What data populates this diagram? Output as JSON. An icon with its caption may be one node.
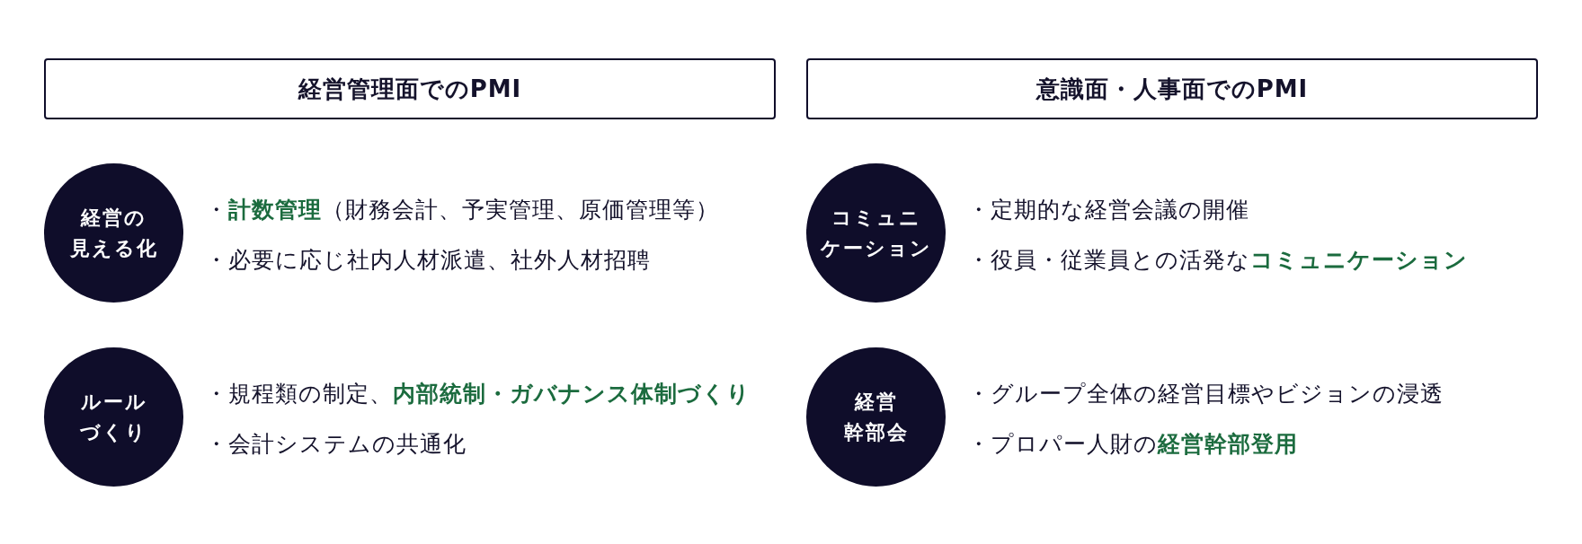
{
  "diagram": {
    "nodes": [
      {
        "text": [
          "経営管理面でのPMI"
        ]
      },
      {
        "text": [
          "経営の見える化"
        ],
        "beside": [
          "・**計数管理**（財務会計、予実管理、原価管理等）",
          "・必要に応じ社内人材派遣、社外人材招聘"
        ]
      },
      {
        "text": [
          "ルールづくり"
        ],
        "beside": [
          "・規程類の制定、**内部統制・ガバナンス体制づくり**",
          "・会計システムの共通化"
        ]
      },
      {
        "text": [
          "意識面・人事面でのPMI"
        ]
      },
      {
        "text": [
          "コミュニケーション"
        ],
        "beside": [
          "・定期的な経営会議の開催",
          "・役員・従業員との活発な**コミュニケーション**"
        ]
      },
      {
        "text": [
          "経営幹部会"
        ],
        "beside": [
          "・グループ全体の経営目標やビジョンの浸透",
          "・プロパー人財の**経営幹部登用**"
        ]
      }
    ]
  }
}
